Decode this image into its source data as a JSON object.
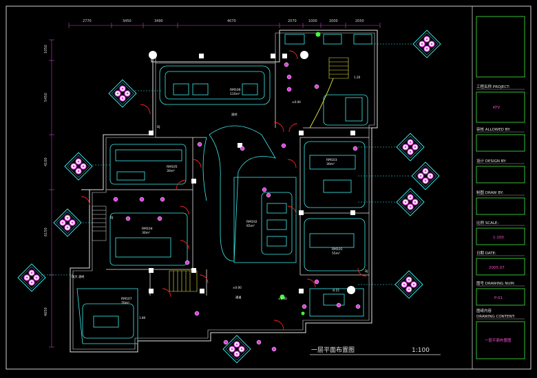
{
  "drawing": {
    "title": "一层平面布置图",
    "scale": "1:100",
    "top_dimensions": [
      "2770",
      "3450",
      "3490",
      "4070",
      "2070",
      "1000",
      "2000",
      "2050"
    ],
    "left_dimensions": [
      "1050",
      "5450",
      "4100",
      "6150",
      "4650"
    ],
    "rooms": [
      {
        "name": "RM106",
        "area": "110m²"
      },
      {
        "name": "RM105",
        "area": "30m²"
      },
      {
        "name": "RM104",
        "area": "30m²"
      },
      {
        "name": "RM103",
        "area": "30m²"
      },
      {
        "name": "RM102",
        "area": "65m²"
      },
      {
        "name": "RM101",
        "area": "55m²"
      },
      {
        "name": "RM107",
        "area": "70m²"
      }
    ],
    "levels": [
      "±0.00",
      "±0.00",
      "±0.00",
      "-0.15",
      "1.20",
      "1.80"
    ],
    "labels": {
      "dj": "DJ",
      "dj_area": "DJ大 酒吧",
      "hall": "通道",
      "bar": "酒吧",
      "dk": "DK"
    }
  },
  "title_block": {
    "project_label": "工程名称 PROJECT:",
    "project_value": "KTV",
    "approved_label": "审核 ALLOWED BY:",
    "design_label": "设计 DESIGN BY:",
    "drawn_label": "制图 DRAW BY:",
    "scale_label": "比例 SCALE:",
    "scale_value": "1:100",
    "date_label": "日期 DATE:",
    "date_value": "2005.07",
    "drawing_no_label": "图号 DRAWING NUM:",
    "drawing_no_value": "P-01",
    "content_label_cn": "图纸内容",
    "content_label_en": "DRAWING CONTENT:",
    "content_value": "一层平面布置图"
  }
}
